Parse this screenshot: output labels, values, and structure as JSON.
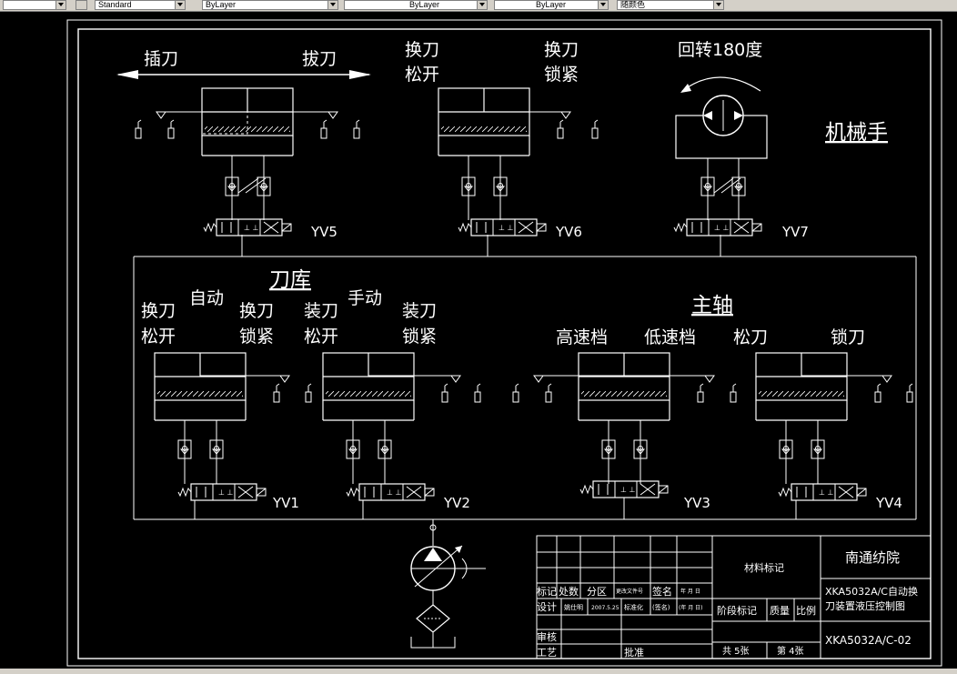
{
  "toolbar": {
    "text_style": "Standard",
    "layer": "ByLayer",
    "linetype": "ByLayer",
    "lineweight": "ByLayer",
    "color": "随颜色"
  },
  "labels": {
    "cha_dao": "插刀",
    "ba_dao": "拔刀",
    "huan_dao_a": "换刀",
    "song_kai_a": "松开",
    "huan_dao_b": "换刀",
    "suo_jin_b": "锁紧",
    "rotate": "回转180度",
    "jixieshou": "机械手",
    "yv5": "YV5",
    "yv6": "YV6",
    "yv7": "YV7",
    "daoku": "刀库",
    "zidong": "自动",
    "shoudong": "手动",
    "huan_dao_c": "换刀",
    "song_kai_c": "松开",
    "huan_dao_d": "换刀",
    "suo_jin_d": "锁紧",
    "zhuang_dao_e": "装刀",
    "song_kai_e": "松开",
    "zhuang_dao_f": "装刀",
    "suo_jin_f": "锁紧",
    "zhuzhou": "主轴",
    "gaosu": "高速档",
    "disu": "低速档",
    "song_dao": "松刀",
    "suo_dao": "锁刀",
    "yv1": "YV1",
    "yv2": "YV2",
    "yv3": "YV3",
    "yv4": "YV4"
  },
  "title_block": {
    "company": "南通纺院",
    "title_line1": "XKA5032A/C自动换",
    "title_line2": "刀装置液压控制图",
    "drawing_no": "XKA5032A/C-02",
    "material": "材料标记",
    "stage": "阶段标记",
    "mass": "质量",
    "scale": "比例",
    "total": "共 5张",
    "sheet": "第 4张",
    "mark": "标记",
    "count": "处数",
    "zone": "分区",
    "change_doc": "更改文件号",
    "sign": "签名",
    "date": "年 月 日",
    "design": "设计",
    "designer": "姚仕明",
    "design_date": "2007.5.25",
    "standard": "标准化",
    "std_sign": "(签名)",
    "std_date": "(年 月 日)",
    "review": "审核",
    "process": "工艺",
    "approve": "批准"
  },
  "colors": {
    "background": "#000000",
    "line": "#ffffff",
    "toolbar": "#d4d0c8"
  }
}
